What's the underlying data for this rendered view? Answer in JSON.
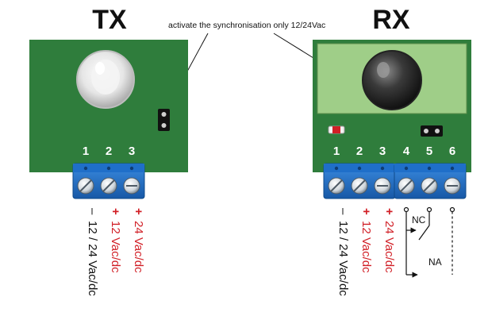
{
  "titles": {
    "tx": "TX",
    "rx": "RX"
  },
  "annotation": {
    "text": "activate the synchronisation only 12/24Vac"
  },
  "tx": {
    "terminals": [
      "1",
      "2",
      "3"
    ],
    "wires": [
      {
        "sign": "–",
        "label": "12 / 24 Vac/dc",
        "color": "#111111"
      },
      {
        "sign": "+",
        "label": "12 Vac/dc",
        "color": "#d11f26"
      },
      {
        "sign": "+",
        "label": "24 Vac/dc",
        "color": "#d11f26"
      }
    ]
  },
  "rx": {
    "terminals": [
      "1",
      "2",
      "3",
      "4",
      "5",
      "6"
    ],
    "wires": [
      {
        "sign": "–",
        "label": "12 / 24 Vac/dc",
        "color": "#111111"
      },
      {
        "sign": "+",
        "label": "12 Vac/dc",
        "color": "#d11f26"
      },
      {
        "sign": "+",
        "label": "24 Vac/dc",
        "color": "#d11f26"
      }
    ],
    "relay": {
      "nc_label": "NC",
      "na_label": "NA"
    }
  },
  "colors": {
    "pcb_green": "#2f7d3c",
    "terminal_blue": "#1f6fc9",
    "text_red": "#d11f26"
  }
}
